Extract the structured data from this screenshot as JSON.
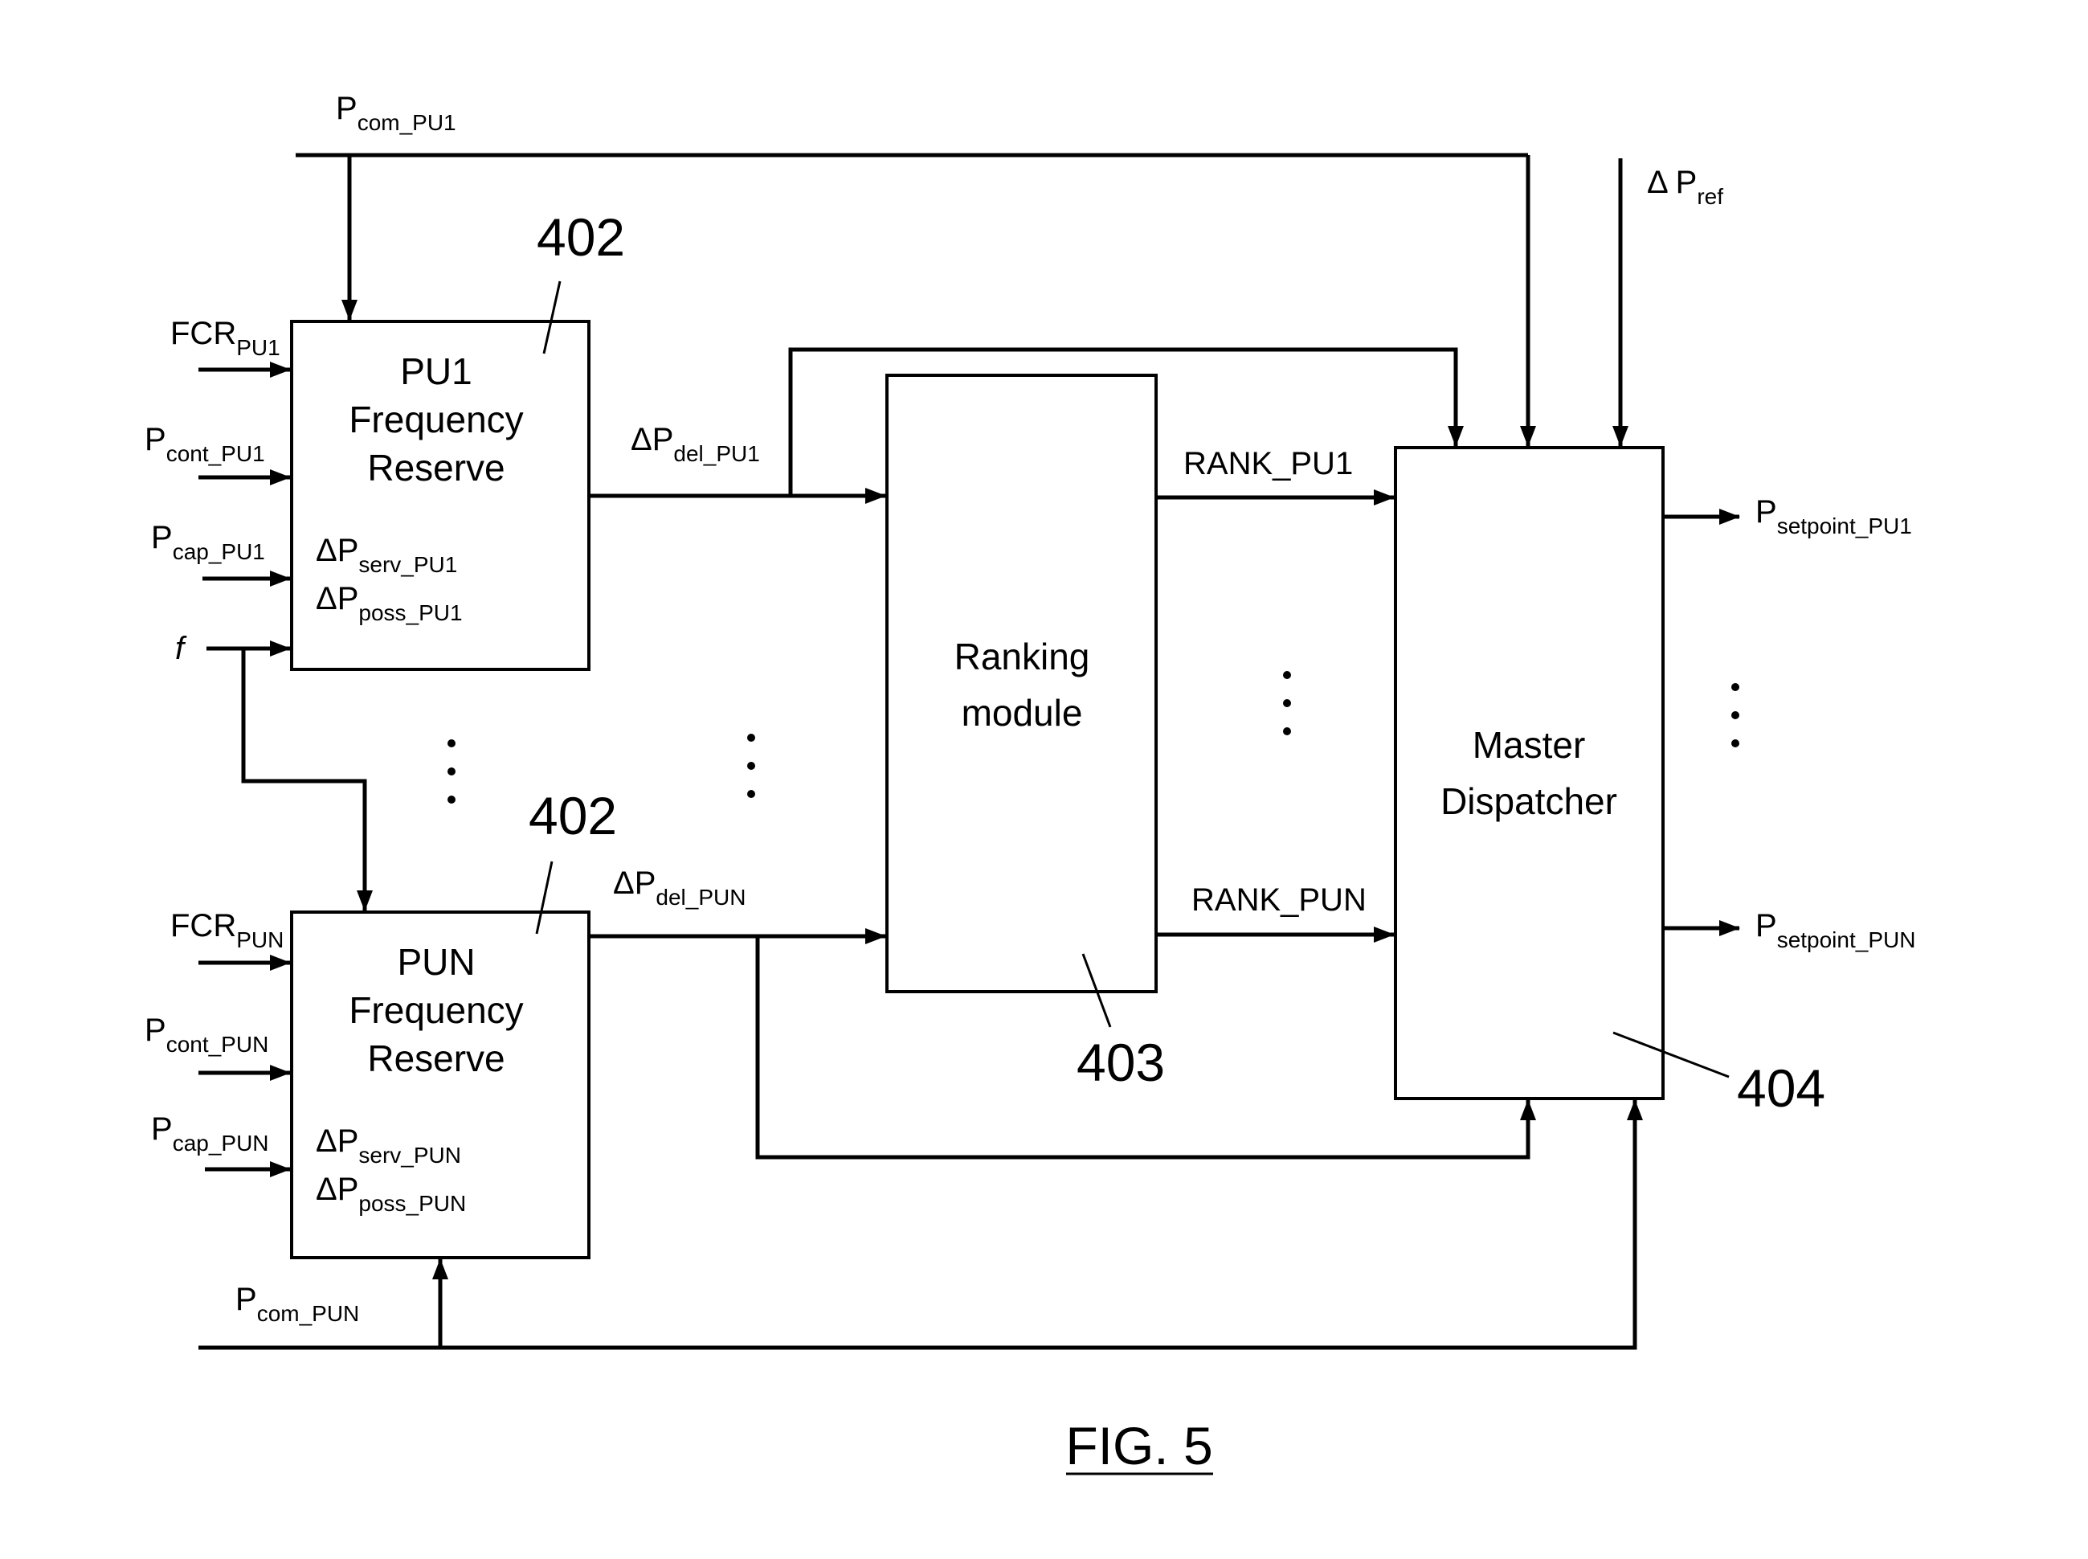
{
  "blocks": {
    "pu1": {
      "line1": "PU1",
      "line2": "Frequency",
      "line3": "Reserve",
      "ref": "402"
    },
    "pun": {
      "line1": "PUN",
      "line2": "Frequency",
      "line3": "Reserve",
      "ref": "402"
    },
    "ranking": {
      "line1": "Ranking",
      "line2": "module",
      "ref": "403"
    },
    "master": {
      "line1": "Master",
      "line2": "Dispatcher",
      "ref": "404"
    }
  },
  "signals": {
    "pcom_pu1": {
      "main": "P",
      "sub": "com_PU1"
    },
    "pcom_pun": {
      "main": "P",
      "sub": "com_PUN"
    },
    "dpref": {
      "main": "Δ P",
      "sub": "ref"
    },
    "fcr_pu1": {
      "main": "FCR",
      "sub": "PU1"
    },
    "pcont_pu1": {
      "main": "P",
      "sub": "cont_PU1"
    },
    "pcap_pu1": {
      "main": "P",
      "sub": "cap_PU1"
    },
    "f": {
      "main": "f"
    },
    "fcr_pun": {
      "main": "FCR",
      "sub": "PUN"
    },
    "pcont_pun": {
      "main": "P",
      "sub": "cont_PUN"
    },
    "pcap_pun": {
      "main": "P",
      "sub": "cap_PUN"
    },
    "dpserv_pu1": {
      "main": "ΔP",
      "sub": "serv_PU1"
    },
    "dpposs_pu1": {
      "main": "ΔP",
      "sub": "poss_PU1"
    },
    "dpserv_pun": {
      "main": "ΔP",
      "sub": "serv_PUN"
    },
    "dpposs_pun": {
      "main": "ΔP",
      "sub": "poss_PUN"
    },
    "dpdel_pu1": {
      "main": "ΔP",
      "sub": "del_PU1"
    },
    "dpdel_pun": {
      "main": "ΔP",
      "sub": "del_PUN"
    },
    "rank_pu1": {
      "main": "RANK_PU1"
    },
    "rank_pun": {
      "main": "RANK_PUN"
    },
    "psp_pu1": {
      "main": "P",
      "sub": "setpoint_PU1"
    },
    "psp_pun": {
      "main": "P",
      "sub": "setpoint_PUN"
    }
  },
  "caption": "FIG. 5"
}
